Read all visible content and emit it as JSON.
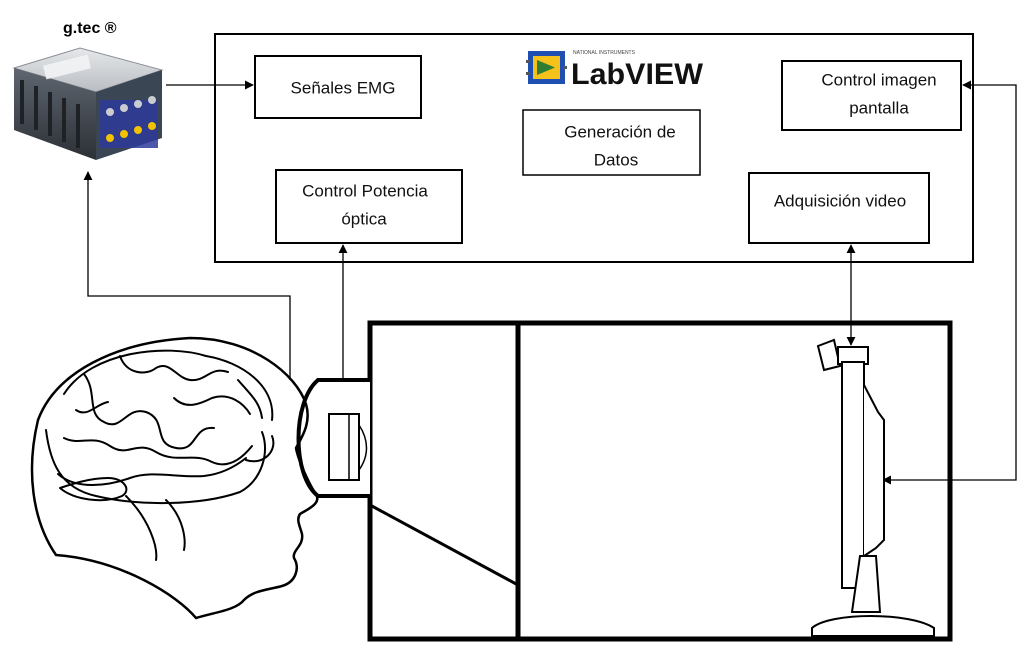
{
  "device": {
    "brand": "g.tec ®",
    "icon": "eeg-amplifier-device-icon"
  },
  "software": {
    "logo_small_text": "NATIONAL INSTRUMENTS",
    "logo_text": "LabVIEW",
    "icon": "labview-logo-icon"
  },
  "blocks": {
    "emg": "Señales EMG",
    "data_gen_line1": "Generación de",
    "data_gen_line2": "Datos",
    "screen_ctrl_line1": "Control imagen",
    "screen_ctrl_line2": "pantalla",
    "optical_ctrl_line1": "Control Potencia",
    "optical_ctrl_line2": "óptica",
    "video_acq": "Adquisición video"
  },
  "illustrations": {
    "head": "human-head-brain-icon",
    "lens": "optical-lens-icon",
    "camera": "webcam-icon",
    "monitor": "monitor-icon"
  }
}
